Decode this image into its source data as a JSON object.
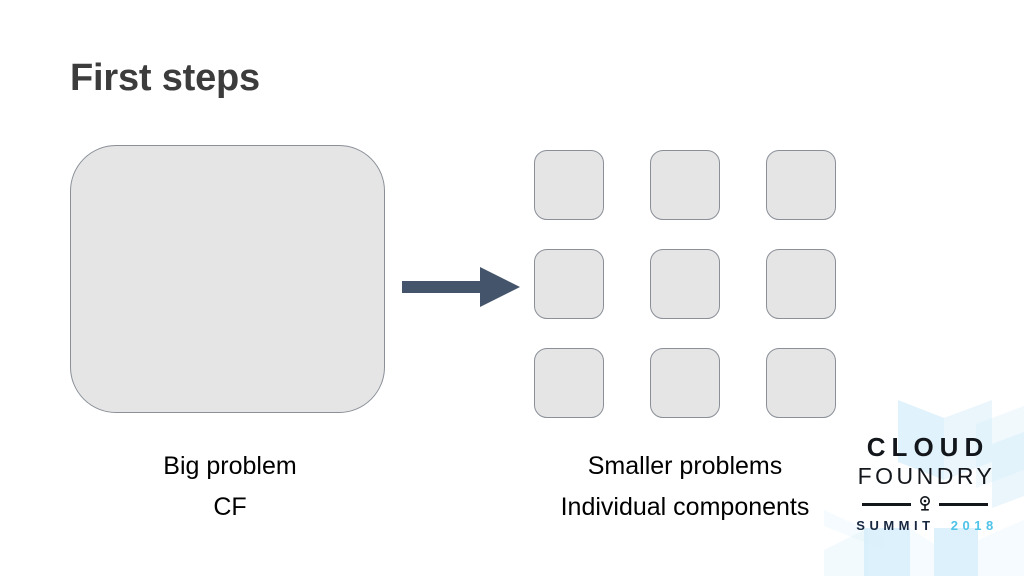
{
  "slide": {
    "title": "First steps",
    "background_color": "#ffffff"
  },
  "diagram": {
    "left_shape": {
      "name": "big-problem-box",
      "kind": "rounded-rectangle",
      "fill": "#e5e5e5",
      "stroke": "#8a8f98"
    },
    "arrow": {
      "name": "right-arrow",
      "direction": "right",
      "color": "#44546a"
    },
    "right_shapes": {
      "name": "smaller-problems-grid",
      "kind": "rounded-square",
      "rows": 3,
      "columns": 3,
      "count": 9,
      "fill": "#e5e5e5",
      "stroke": "#8a8f98"
    }
  },
  "captions": {
    "left": {
      "line1": "Big problem",
      "line2": "CF"
    },
    "right": {
      "line1": "Smaller problems",
      "line2": "Individual components"
    }
  },
  "logo": {
    "line1": "CLOUD",
    "line2": "FOUNDRY",
    "summit_word": "SUMMIT",
    "summit_year": "2018",
    "emblem": "cloud-foundry-emblem-icon",
    "colors": {
      "wordmark": "#13171c",
      "summit_word": "#17273f",
      "summit_year": "#4fc3e8",
      "decoration": "#d6eefa"
    }
  }
}
